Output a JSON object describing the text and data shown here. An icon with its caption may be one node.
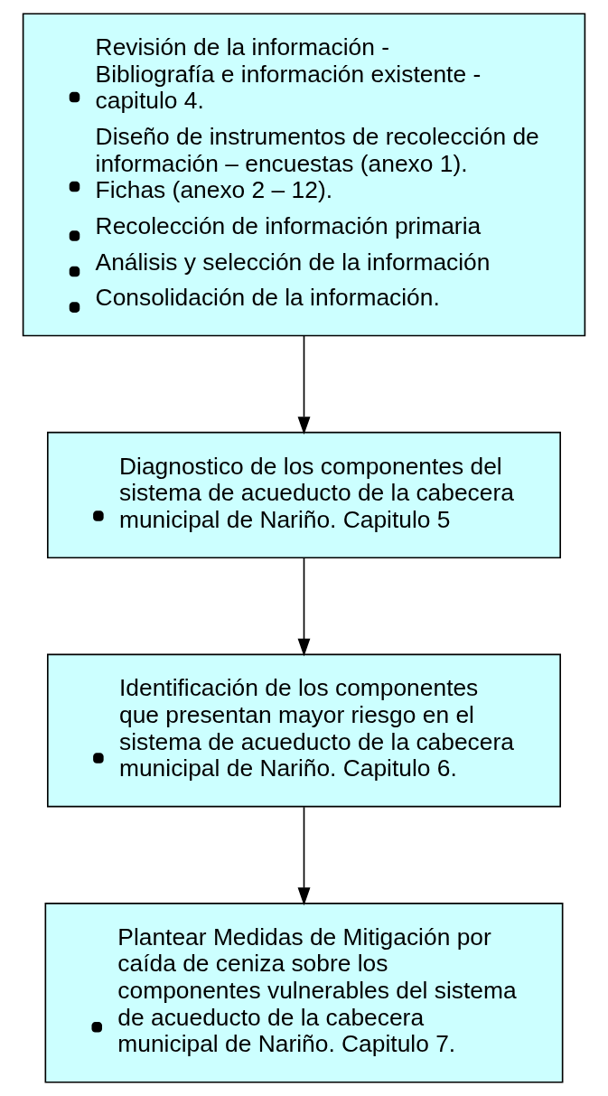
{
  "diagram": {
    "nodes": [
      {
        "text": [
          "Revisión de la información - Bibliografía e información existente - capitulo 4.",
          "Diseño de instrumentos de recolección de información – encuestas (anexo 1). Fichas (anexo 2 – 12).",
          "Recolección de información primaria",
          "Análisis y selección de la información",
          "Consolidación de la información."
        ]
      },
      {
        "text": [
          "Diagnostico de los componentes del sistema de acueducto de la cabecera municipal de Nariño. Capitulo 5"
        ]
      },
      {
        "text": [
          "Identificación de los componentes que presentan mayor riesgo en el sistema de acueducto de la cabecera municipal de Nariño. Capitulo 6."
        ]
      },
      {
        "text": [
          "Plantear Medidas de Mitigación por caída de ceniza sobre los componentes vulnerables del sistema de acueducto de la cabecera municipal de Nariño. Capitulo 7."
        ]
      }
    ],
    "edges": [
      {
        "from": 0,
        "to": 1,
        "arrow": "to"
      },
      {
        "from": 1,
        "to": 2,
        "arrow": "to"
      },
      {
        "from": 2,
        "to": 3,
        "arrow": "to"
      }
    ]
  }
}
